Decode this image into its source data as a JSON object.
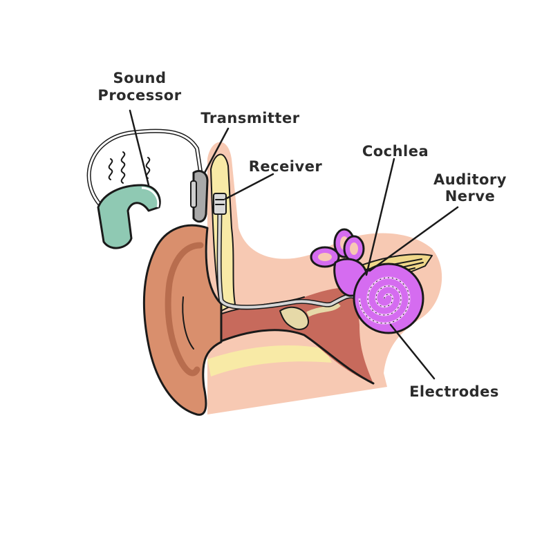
{
  "diagram": {
    "labels": {
      "sound_processor_line1": "Sound",
      "sound_processor_line2": "Processor",
      "transmitter": "Transmitter",
      "receiver": "Receiver",
      "cochlea": "Cochlea",
      "auditory_nerve_line1": "Auditory",
      "auditory_nerve_line2": "Nerve",
      "electrodes": "Electrodes"
    },
    "colors": {
      "skin": "#f7c9b3",
      "outer_ear": "#d98f6d",
      "outer_ear_shadow": "#b86d4e",
      "canal_dark": "#c76a5c",
      "bone_yellow": "#f8eaa6",
      "cochlea": "#d56cf0",
      "cochlea_light": "#f3c5fb",
      "processor": "#8fc9b3",
      "transmitter": "#a9a9a9",
      "nerve": "#f0d88a"
    }
  }
}
